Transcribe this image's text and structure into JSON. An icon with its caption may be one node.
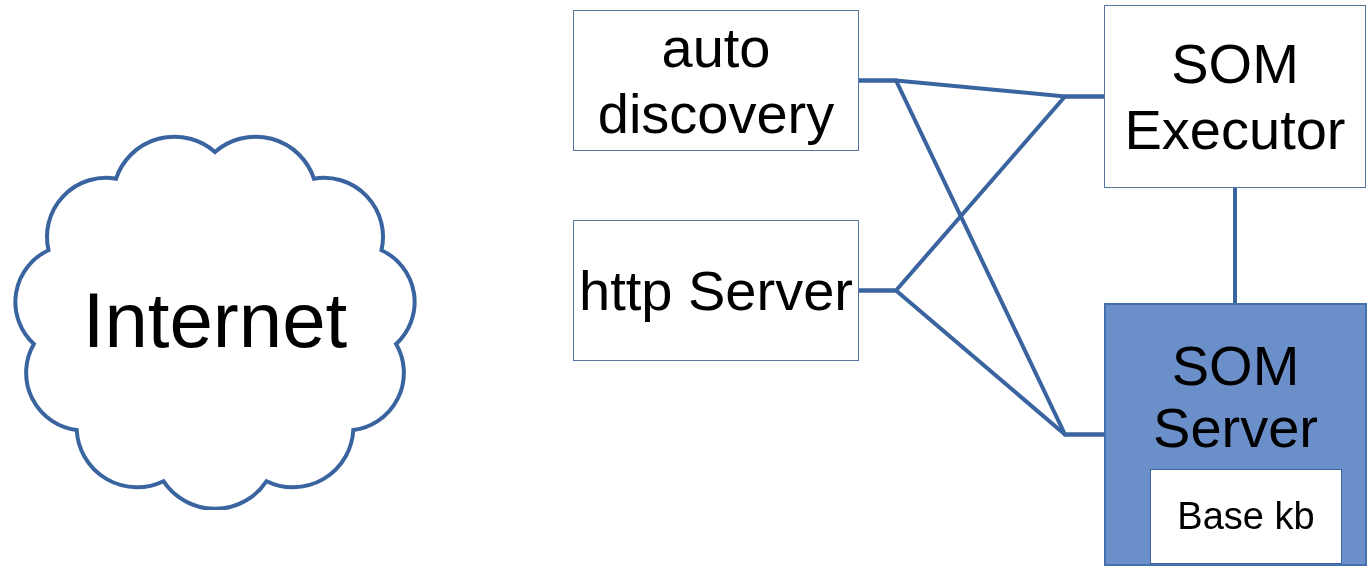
{
  "diagram": {
    "nodes": [
      {
        "text": [
          "Internet"
        ]
      },
      {
        "text": [
          "auto discovery"
        ]
      },
      {
        "text": [
          "http Server"
        ]
      },
      {
        "text": [
          "SOM Executor"
        ]
      },
      {
        "text": [
          "SOM Server"
        ]
      },
      {
        "text": [
          "Base kb"
        ],
        "in": 4
      }
    ],
    "edges": [
      {
        "from": 1,
        "to": 3,
        "arrow": "none"
      },
      {
        "from": 1,
        "to": 4,
        "arrow": "none"
      },
      {
        "from": 2,
        "to": 3,
        "arrow": "none"
      },
      {
        "from": 2,
        "to": 4,
        "arrow": "none"
      },
      {
        "from": 3,
        "to": 4,
        "arrow": "none"
      }
    ]
  }
}
